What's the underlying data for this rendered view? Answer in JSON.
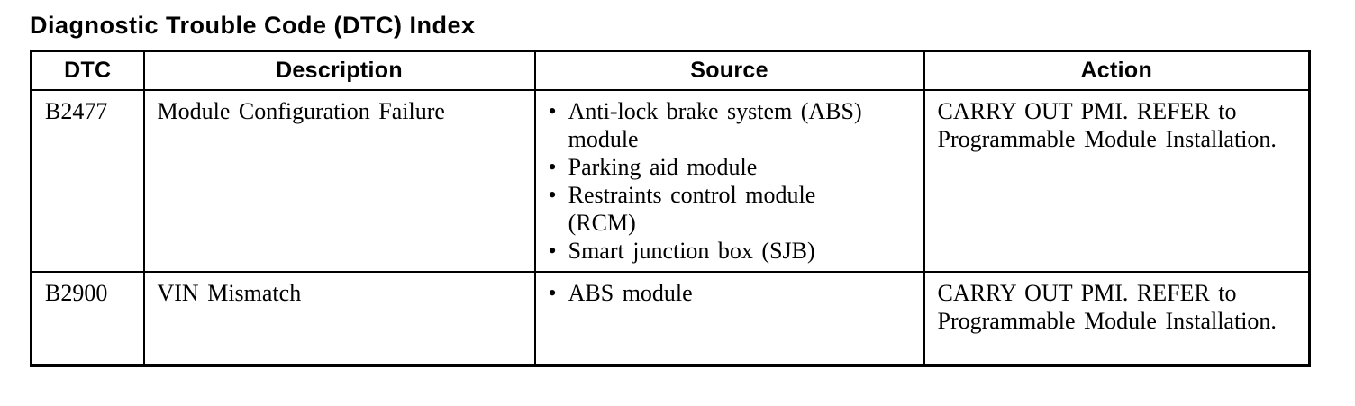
{
  "page": {
    "title": "Diagnostic Trouble Code (DTC) Index"
  },
  "colors": {
    "text": "#000000",
    "border": "#000000",
    "background": "#ffffff"
  },
  "table": {
    "columns": [
      "DTC",
      "Description",
      "Source",
      "Action"
    ],
    "rows": [
      {
        "dtc": "B2477",
        "description": "Module Configuration Failure",
        "source": [
          "Anti-lock brake system (ABS) module",
          "Parking aid module",
          "Restraints control module (RCM)",
          "Smart junction box (SJB)"
        ],
        "action": "CARRY OUT PMI. REFER to Programmable Module Installation."
      },
      {
        "dtc": "B2900",
        "description": "VIN Mismatch",
        "source": [
          "ABS module"
        ],
        "action": "CARRY OUT PMI. REFER to Programmable Module Installation."
      }
    ]
  },
  "icons": {
    "bullet": "•"
  }
}
